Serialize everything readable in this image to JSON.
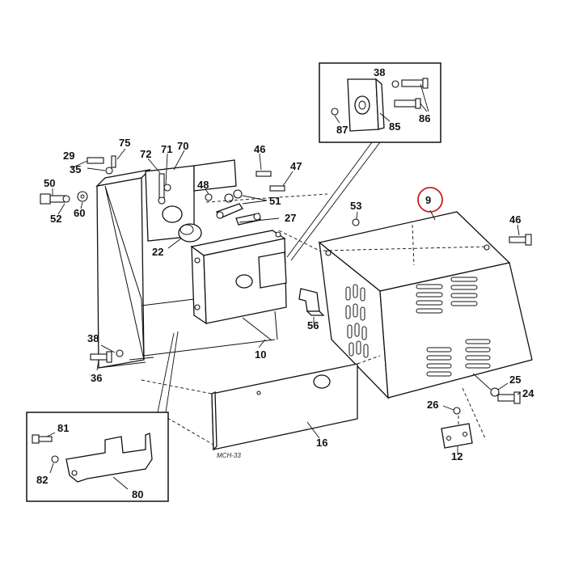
{
  "diagram": {
    "highlight_color": "#cc1f1f",
    "line_color": "#111111",
    "background": "#ffffff",
    "highlighted_callout": "9",
    "callouts": [
      "9",
      "10",
      "12",
      "16",
      "22",
      "24",
      "25",
      "26",
      "27",
      "29",
      "35",
      "36",
      "38",
      "38",
      "46",
      "46",
      "47",
      "48",
      "50",
      "51",
      "52",
      "53",
      "56",
      "60",
      "70",
      "71",
      "72",
      "75",
      "80",
      "81",
      "82",
      "85",
      "86",
      "87"
    ],
    "drawing_id": "MCH-33"
  }
}
